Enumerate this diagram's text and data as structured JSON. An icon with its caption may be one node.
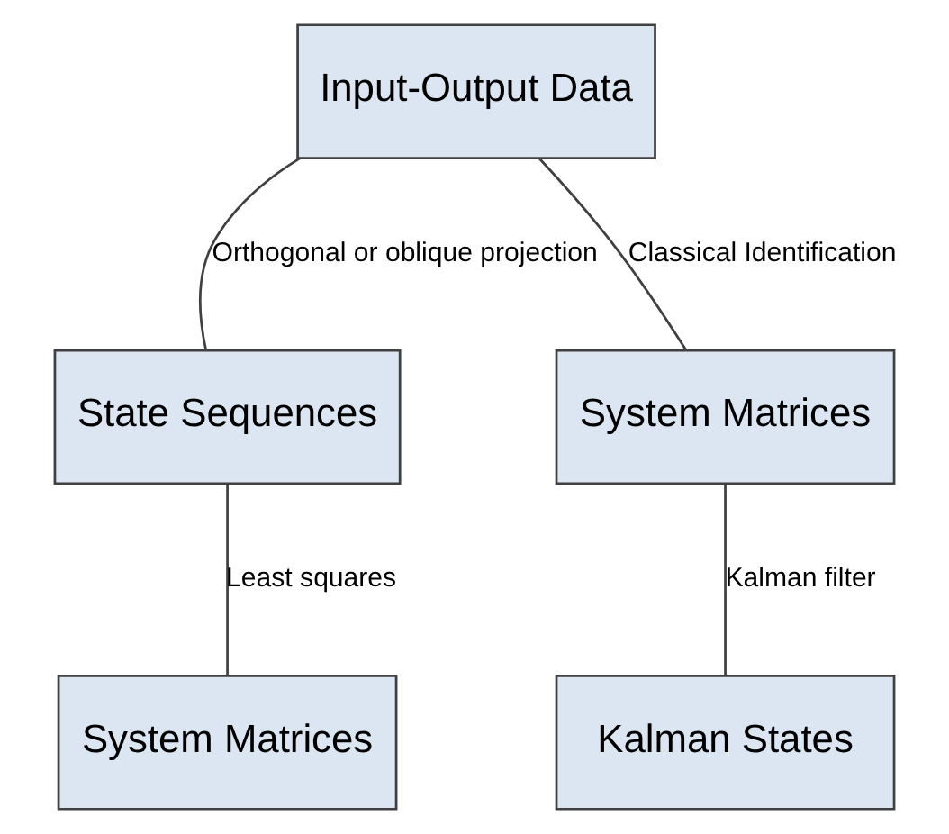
{
  "diagram": {
    "nodes": [
      {
        "text": [
          "Input-Output Data"
        ]
      },
      {
        "text": [
          "State Sequences"
        ]
      },
      {
        "text": [
          "System Matrices"
        ]
      },
      {
        "text": [
          "System Matrices"
        ]
      },
      {
        "text": [
          "Kalman States"
        ]
      }
    ],
    "edges": [
      {
        "from": 0,
        "to": 1,
        "arrow": "none",
        "label": "Orthogonal or oblique projection"
      },
      {
        "from": 0,
        "to": 2,
        "arrow": "none",
        "label": "Classical Identification"
      },
      {
        "from": 1,
        "to": 3,
        "arrow": "none",
        "label": "Least squares"
      },
      {
        "from": 2,
        "to": 4,
        "arrow": "none",
        "label": "Kalman filter"
      }
    ]
  }
}
